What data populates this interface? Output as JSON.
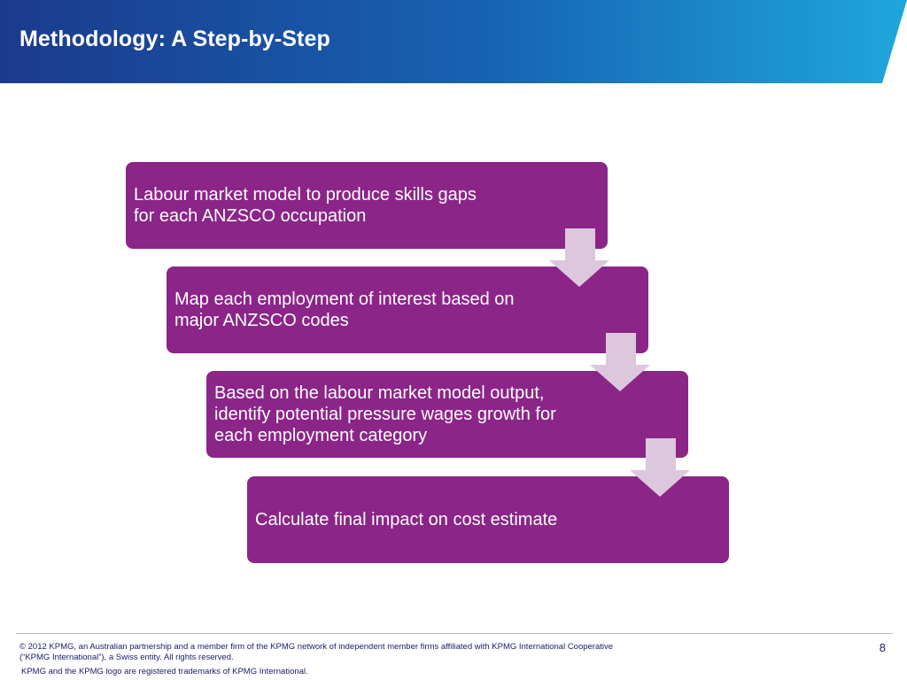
{
  "header": {
    "title": "Methodology: A Step-by-Step",
    "gradient_start": "#1b3a8c",
    "gradient_end": "#1ea7dc"
  },
  "steps": [
    {
      "text": "Labour market model to produce skills gaps for each ANZSCO occupation"
    },
    {
      "text": "Map each employment of interest based on major ANZSCO codes"
    },
    {
      "text": "Based on the labour market model output, identify potential pressure wages growth for each employment category"
    },
    {
      "text": "Calculate final impact on cost estimate"
    }
  ],
  "colors": {
    "step_fill": "#8B2588",
    "arrow_fill": "#dcc7dd"
  },
  "footer": {
    "copyright": "© 2012 KPMG, an Australian partnership and a member firm of the KPMG network of independent member firms affiliated with KPMG International Cooperative (“KPMG International”), a Swiss entity. All rights reserved.",
    "trademark": "KPMG and the KPMG logo are registered trademarks of KPMG International.",
    "page_number": "8"
  }
}
